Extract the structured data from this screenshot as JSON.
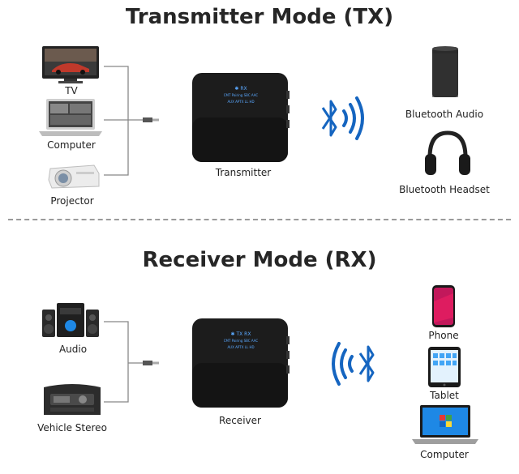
{
  "tx": {
    "title": "Transmitter Mode (TX)",
    "sources": {
      "tv": "TV",
      "computer": "Computer",
      "projector": "Projector"
    },
    "device_label": "Transmitter",
    "screen": {
      "row1": "✱  RX",
      "row2": "CMT Pairing SBC AAC",
      "row3": "AUX  APTX  LL  HD"
    },
    "targets": {
      "audio": "Bluetooth Audio",
      "headset": "Bluetooth Headset"
    }
  },
  "rx": {
    "title": "Receiver Mode (RX)",
    "sources": {
      "audio": "Audio",
      "vehicle": "Vehicle Stereo"
    },
    "device_label": "Receiver",
    "screen": {
      "row1": "✱  TX  RX",
      "row2": "CMT Pairing SBC AAC",
      "row3": "AUX  APTX  LL  HD"
    },
    "targets": {
      "phone": "Phone",
      "tablet": "Tablet",
      "computer": "Computer"
    }
  },
  "colors": {
    "bluetooth": "#1565c0",
    "device": "#1c1c1c",
    "screen_text": "#5aa8ff"
  },
  "icons": [
    "tv-icon",
    "laptop-icon",
    "projector-icon",
    "bluetooth-icon",
    "speaker-icon",
    "headphones-icon",
    "stereo-icon",
    "car-stereo-icon",
    "phone-icon",
    "tablet-icon"
  ]
}
